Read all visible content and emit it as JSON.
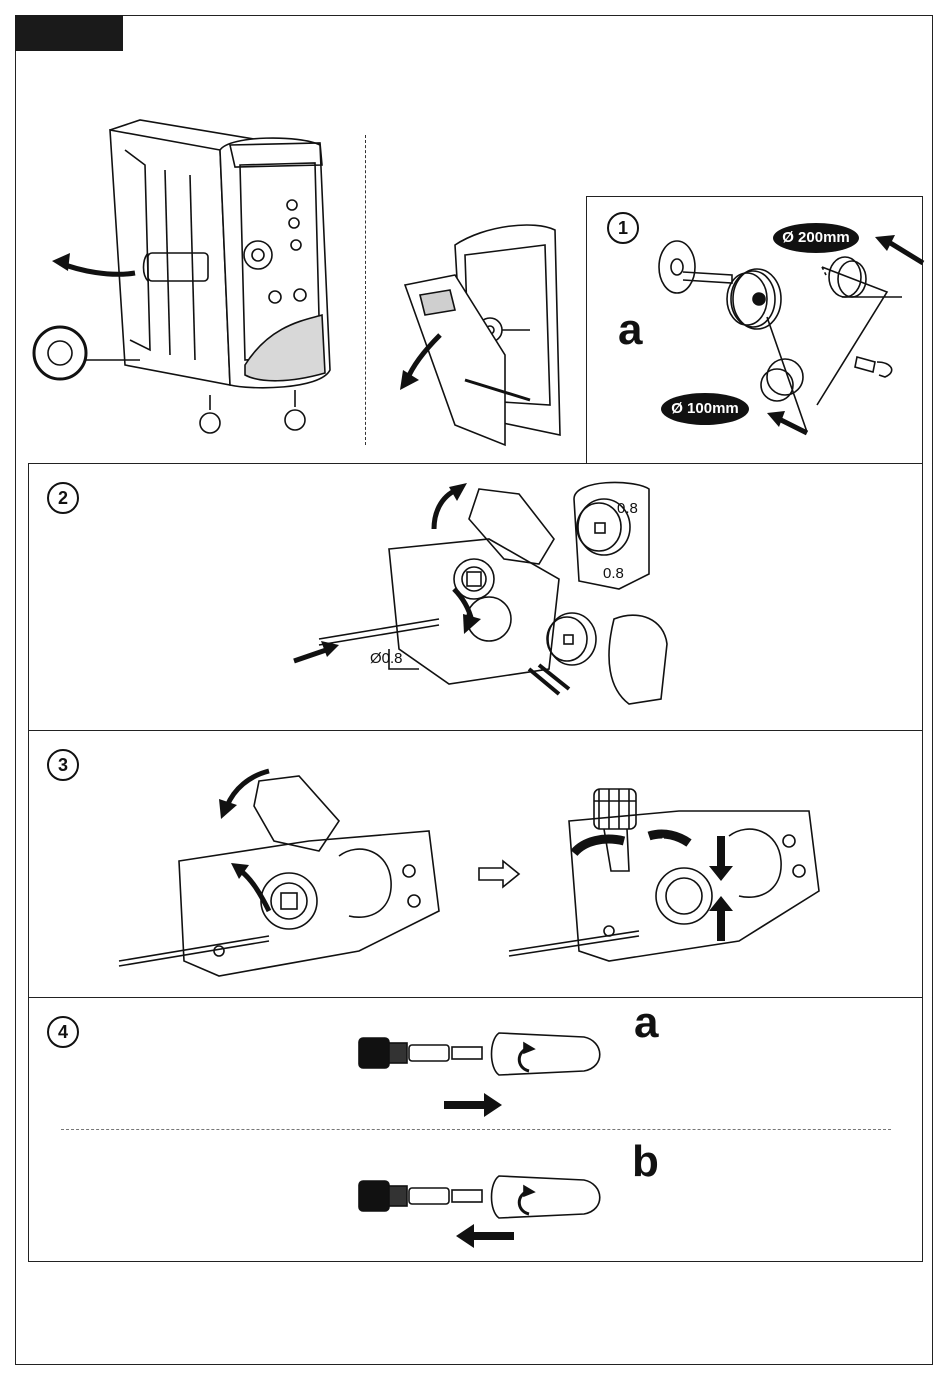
{
  "steps": {
    "step1": {
      "number": "1",
      "variant": "a",
      "spool_large": "Ø 200mm",
      "spool_small": "Ø 100mm"
    },
    "step2": {
      "number": "2",
      "roller_top": "0.8",
      "roller_bottom": "0.8",
      "wire_diameter": "Ø0.8"
    },
    "step3": {
      "number": "3"
    },
    "step4": {
      "number": "4",
      "variant_a": "a",
      "variant_b": "b"
    }
  },
  "colors": {
    "ink": "#111111",
    "frame": "#222222",
    "paper": "#ffffff"
  }
}
